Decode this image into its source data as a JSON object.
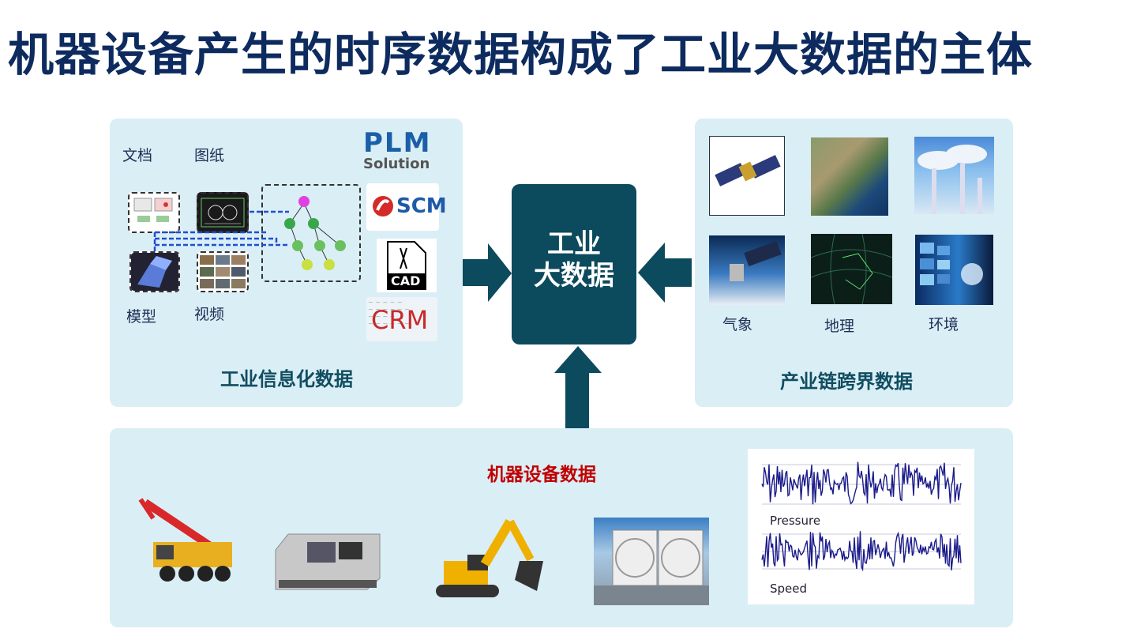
{
  "title": "机器设备产生的时序数据构成了工业大数据的主体",
  "left_panel": {
    "title": "工业信息化数据",
    "labels": {
      "doc": "文档",
      "drawing": "图纸",
      "model": "模型",
      "video": "视频"
    },
    "logos": {
      "plm_top": "PLM",
      "plm_bottom": "Solution",
      "scm": "SCM",
      "cad": "CAD",
      "crm": "CRM"
    }
  },
  "center": {
    "line1": "工业",
    "line2": "大数据"
  },
  "right_panel": {
    "title": "产业链跨界数据",
    "labels": {
      "weather": "气象",
      "geo": "地理",
      "env": "环境"
    }
  },
  "bottom_panel": {
    "title": "机器设备数据",
    "waveform_labels": {
      "pressure": "Pressure",
      "speed": "Speed"
    }
  },
  "colors": {
    "title": "#0d2b5e",
    "panel": "#daeef6",
    "center": "#0c4a5e",
    "arrow": "#0c4a5e",
    "machine_title": "#c00000",
    "wave": "#1a1a8a"
  }
}
